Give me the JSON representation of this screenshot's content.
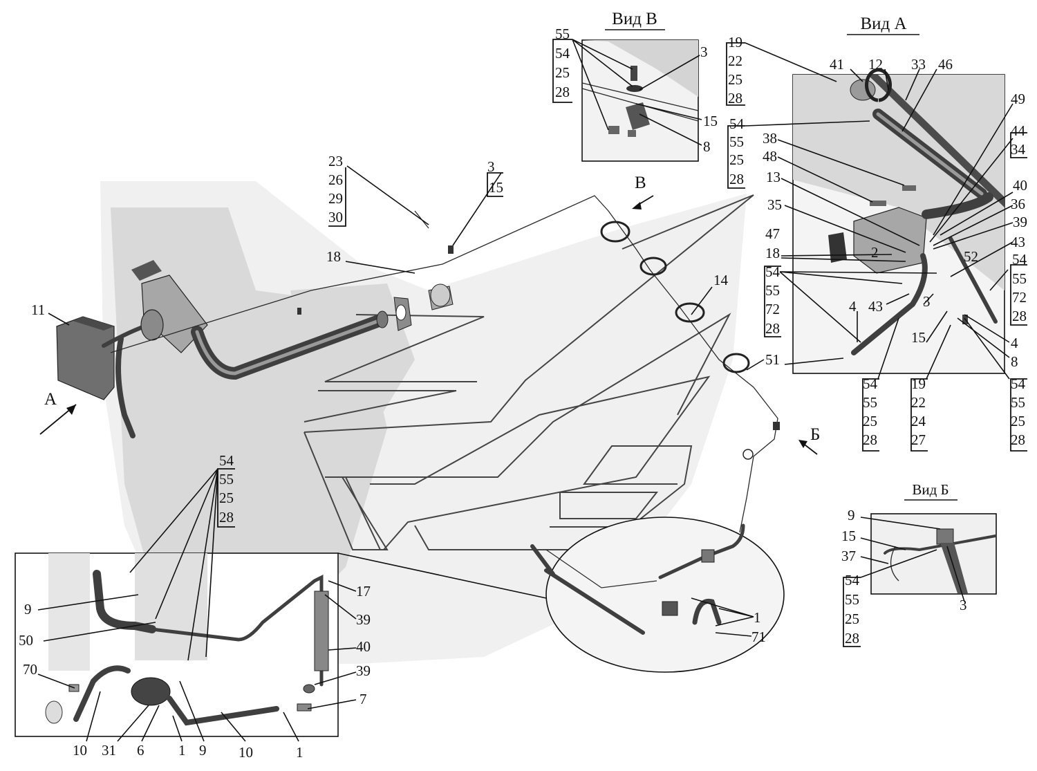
{
  "views": {
    "view_v": "Вид В",
    "view_a": "Вид А",
    "view_b": "Вид Б"
  },
  "arrows": {
    "a": "А",
    "b": "Б",
    "v": "В"
  },
  "callouts": {
    "main_23_stack": [
      "23",
      "26",
      "29",
      "30"
    ],
    "main_3_15": [
      "3",
      "15"
    ],
    "main_18": "18",
    "main_11": "11",
    "main_14": "14",
    "main_51": "51",
    "v_55_stack": [
      "55",
      "54",
      "25",
      "28"
    ],
    "v_3": "3",
    "v_15": "15",
    "v_8": "8",
    "a_19_stack": [
      "19",
      "22",
      "25",
      "28"
    ],
    "a_54_stack": [
      "54",
      "55",
      "25",
      "28"
    ],
    "a_41": "41",
    "a_12": "12",
    "a_33": "33",
    "a_46": "46",
    "a_49": "49",
    "a_44_34": [
      "44",
      "34"
    ],
    "a_40": "40",
    "a_36": "36",
    "a_39": "39",
    "a_43": "43",
    "a_38": "38",
    "a_48": "48",
    "a_13": "13",
    "a_35": "35",
    "a_47": "47",
    "a_2": "2",
    "a_52": "52",
    "a_18": "18",
    "a_54_72_stack": [
      "54",
      "55",
      "72",
      "28"
    ],
    "a_54_72_stack_r": [
      "54",
      "55",
      "72",
      "28"
    ],
    "a_4_left": "4",
    "a_43_mid": "43",
    "a_3": "3",
    "a_15": "15",
    "a_4_right": "4",
    "a_8": "8",
    "a_bottom_54_stack": [
      "54",
      "55",
      "25",
      "28"
    ],
    "a_bottom_19_stack": [
      "19",
      "22",
      "24",
      "27"
    ],
    "a_bottom_54_stack_r": [
      "54",
      "55",
      "25",
      "28"
    ],
    "b_9": "9",
    "b_15": "15",
    "b_37": "37",
    "b_54_stack": [
      "54",
      "55",
      "25",
      "28"
    ],
    "b_3": "3",
    "inset_54_stack": [
      "54",
      "55",
      "25",
      "28"
    ],
    "inset_9": "9",
    "inset_50": "50",
    "inset_70": "70",
    "inset_17": "17",
    "inset_39_top": "39",
    "inset_40": "40",
    "inset_39_bot": "39",
    "inset_7": "7",
    "inset_bottom": [
      "10",
      "31",
      "6",
      "1",
      "9",
      "10",
      "1"
    ],
    "circle_1": "1",
    "circle_71": "71"
  },
  "colors": {
    "background": "#ffffff",
    "cab_shade": "#e8e8e8",
    "ink": "#111111"
  }
}
